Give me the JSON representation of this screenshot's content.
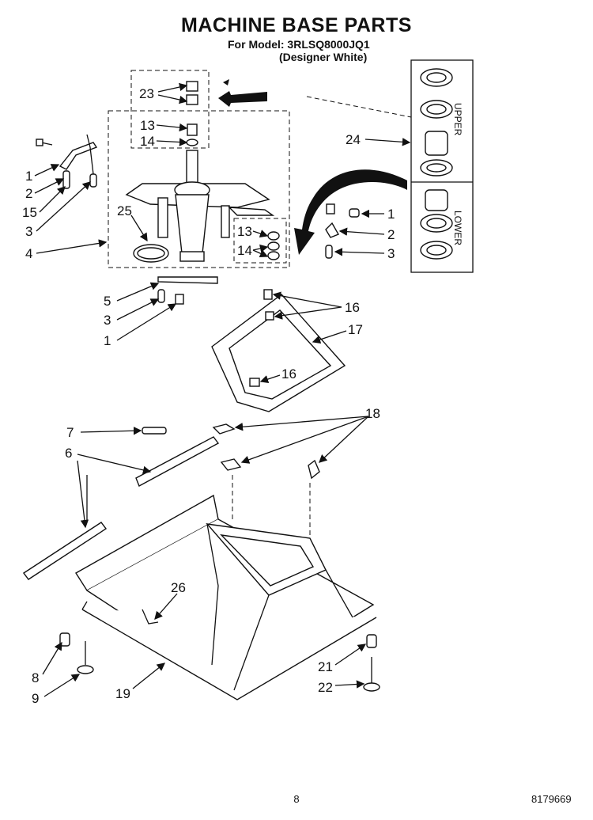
{
  "header": {
    "title": "MACHINE BASE PARTS",
    "model_line": "For Model: 3RLSQ8000JQ1",
    "color_line": "(Designer White)"
  },
  "kit": {
    "upper": "UPPER",
    "lower": "LOWER"
  },
  "labels": {
    "l23": "23",
    "l13a": "13",
    "l14a": "14",
    "l24": "24",
    "l1a": "1",
    "l2a": "2",
    "l15": "15",
    "l3a": "3",
    "l25": "25",
    "l4": "4",
    "l1b": "1",
    "l2b": "2",
    "l3b": "3",
    "l13b": "13",
    "l14b": "14",
    "l5": "5",
    "l3c": "3",
    "l1c": "1",
    "l16a": "16",
    "l17": "17",
    "l16b": "16",
    "l7": "7",
    "l18": "18",
    "l6": "6",
    "l26": "26",
    "l8": "8",
    "l9": "9",
    "l19": "19",
    "l21": "21",
    "l22": "22"
  },
  "footer": {
    "page": "8",
    "code": "8179669"
  }
}
